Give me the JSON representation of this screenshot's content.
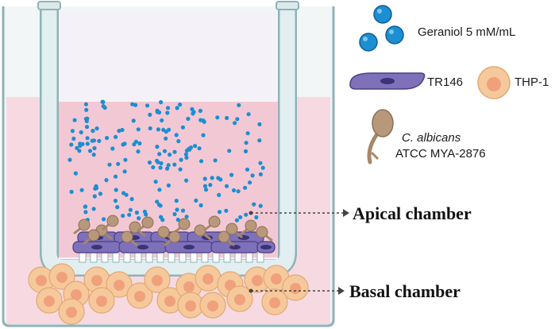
{
  "legend": {
    "geraniol": "Geraniol 5 mM/mL",
    "tr146": "TR146",
    "thp1": "THP-1",
    "calbicans_species": "C. albicans",
    "calbicans_strain": "ATCC MYA-2876"
  },
  "labels": {
    "apical": "Apical chamber",
    "basal": "Basal chamber"
  },
  "colors": {
    "medium_pink": "#f7d9e1",
    "insert_pink": "#f3c8d5",
    "wall": "#dbe9ea",
    "wall_stroke": "#8fb3b7",
    "geraniol_blue": "#1b8fd1",
    "tr146_purple": "#7e71b9",
    "thp1_peach": "#f6c99c",
    "thp1_core": "#f1a07c",
    "candida_tan": "#b8987a"
  },
  "icons": [
    "geraniol-molecule-icon",
    "tr146-cell-icon",
    "thp1-cell-icon",
    "candida-icon"
  ]
}
